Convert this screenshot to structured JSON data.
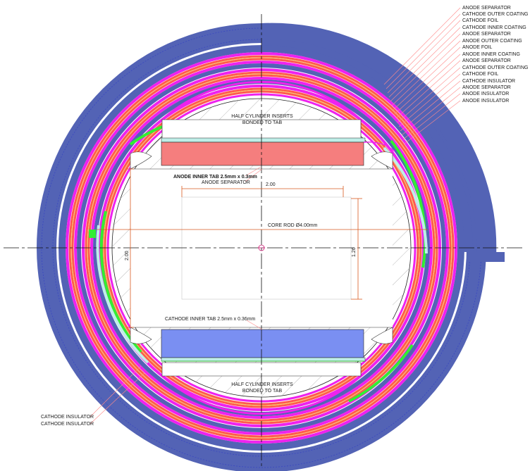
{
  "labels": {
    "callouts_top_right": [
      "ANODE SEPARATOR",
      "CATHODE OUTER COATING",
      "CATHODE FOIL",
      "CATHODE INNER COATING",
      "ANODE SEPARATOR",
      "ANODE OUTER COATING",
      "ANODE FOIL",
      "ANODE INNER COATING",
      "ANODE SEPARATOR",
      "CATHODE OUTER COATING",
      "CATHODE FOIL",
      "CATHODE INSULATOR",
      "ANODE SEPARATOR",
      "ANODE INSULATOR",
      "ANODE INSULATOR"
    ],
    "callouts_bottom_left": [
      "CATHODE INSULATOR",
      "CATHODE INSULATOR"
    ],
    "top_insert": [
      "HALF CYLINDER INSERTS",
      "BONDED TO TAB"
    ],
    "bottom_insert": [
      "HALF CYLINDER INSERTS",
      "BONDED TO TAB"
    ],
    "anode_tab": "ANODE INNER TAB 2.5mm x 0.3mm",
    "anode_separator": "ANODE SEPARATOR",
    "cathode_tab": "CATHODE INNER TAB 2.5mm x 0.36mm",
    "core_rod": "CORE ROD Ø4.00mm",
    "dim_horizontal": "2.00",
    "dim_left_vertical": "2.00",
    "dim_right_vertical": "1.26"
  },
  "colors": {
    "outer_wrap": "#5363b5",
    "separator": "#ee22ee",
    "coating": "#ff5a4e",
    "foil": "#f5d060",
    "insulator_green": "#33ee33",
    "insulator_cyan": "#bfeee8",
    "anode_tab": "#f57e7e",
    "cathode_tab": "#7a8ff2",
    "leader": "#ff8a8a",
    "dimension": "#d85a20",
    "centerline": "#111111",
    "hatch": "#9a9a9a"
  }
}
